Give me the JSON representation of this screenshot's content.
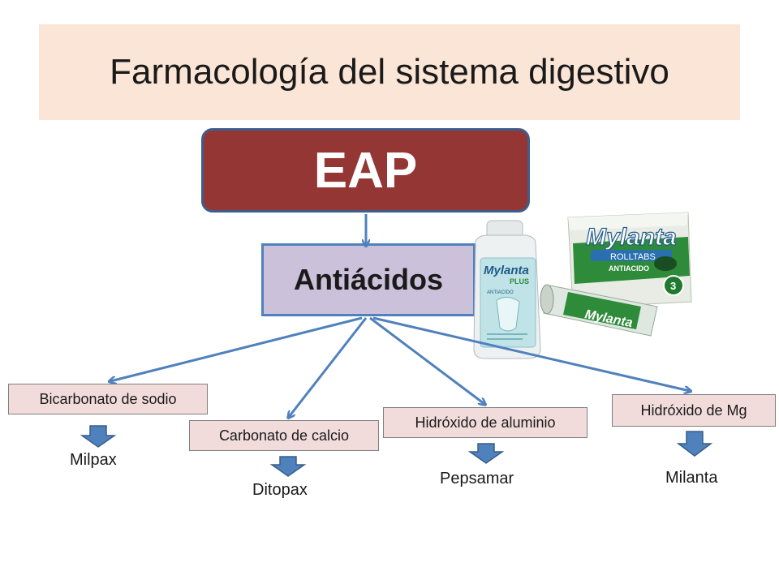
{
  "title": "Farmacología del sistema digestivo",
  "root": {
    "label": "EAP"
  },
  "category": {
    "label": "Antiácidos"
  },
  "drugs": [
    {
      "name": "Bicarbonato de sodio",
      "brand": "Milpax"
    },
    {
      "name": "Carbonato de calcio",
      "brand": "Ditopax"
    },
    {
      "name": "Hidróxido de aluminio",
      "brand": "Pepsamar"
    },
    {
      "name": "Hidróxido de Mg",
      "brand": "Milanta"
    }
  ],
  "product_image": {
    "bottle_label": "Mylanta",
    "bottle_sub": "PLUS",
    "bottle_tag": "ANTIACIDO",
    "box_label": "Mylanta",
    "box_sub": "ROLLTABS",
    "box_tag": "ANTIACIDO",
    "roll_label": "Mylanta",
    "box_badge": "3"
  },
  "colors": {
    "title_bg": "#fbe5d6",
    "root_fill": "#943634",
    "root_border": "#3f5d8c",
    "category_fill": "#ccc1da",
    "node_fill": "#f2dcdb",
    "arrow": "#4f81bd",
    "mylanta_green": "#2e8b3a"
  }
}
